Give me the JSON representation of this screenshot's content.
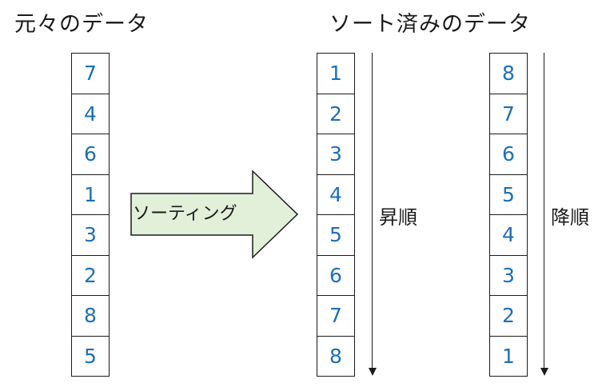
{
  "headings": {
    "original": "元々のデータ",
    "sorted": "ソート済みのデータ"
  },
  "columns": {
    "original": [
      "7",
      "4",
      "6",
      "1",
      "3",
      "2",
      "8",
      "5"
    ],
    "ascending": [
      "1",
      "2",
      "3",
      "4",
      "5",
      "6",
      "7",
      "8"
    ],
    "descending": [
      "8",
      "7",
      "6",
      "5",
      "4",
      "3",
      "2",
      "1"
    ]
  },
  "labels": {
    "sorting": "ソーティング",
    "ascending": "昇順",
    "descending": "降順"
  },
  "colors": {
    "number_text": "#1b6fb8",
    "arrow_fill": "#e2efd9",
    "line": "#1a1a1a"
  }
}
